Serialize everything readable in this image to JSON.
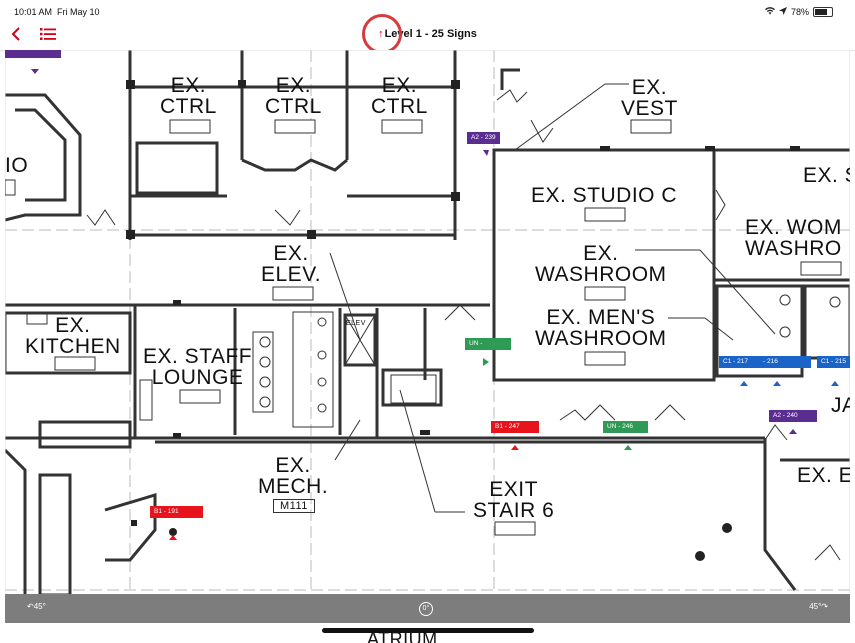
{
  "status": {
    "time": "10:01 AM",
    "date": "Fri May 10",
    "battery": "78%",
    "battery_level": 0.78
  },
  "toolbar": {
    "title": "Level 1 - 25 Signs",
    "back_icon": "chevron-left-icon",
    "list_icon": "list-icon",
    "north_icon": "arrow-up-icon"
  },
  "rooms": {
    "ctrl1": "EX.\nCTRL",
    "ctrl2": "EX.\nCTRL",
    "ctrl3": "EX.\nCTRL",
    "vest": "EX.\nVEST",
    "studio_c": "EX. STUDIO C",
    "washroom": "EX.\nWASHROOM",
    "mens_washroom": "EX. MEN'S\nWASHROOM",
    "womens": "EX. WOM\nWASHRO",
    "ex_s": "EX. S",
    "elev": "EX.\nELEV.",
    "kitchen": "EX.\nKITCHEN",
    "staff_lounge": "EX. STAFF\nLOUNGE",
    "mech": "EX.\nMECH.",
    "mech_num": "M111",
    "exit_stair": "EXIT\nSTAIR 6",
    "ja": "JA",
    "ex_e": "EX. E",
    "io": "IO",
    "atrium": "ATRIUM",
    "elev_tag": "ELEV"
  },
  "signs": [
    {
      "label": "A2 - 239",
      "color": "purple"
    },
    {
      "label": "UN -",
      "color": "green"
    },
    {
      "label": "B1 - 247",
      "color": "red"
    },
    {
      "label": "UN - 246",
      "color": "green"
    },
    {
      "label": "C1 - 217",
      "color": "blue"
    },
    {
      "label": "- 216",
      "color": "blue"
    },
    {
      "label": "C1 - 215",
      "color": "blue"
    },
    {
      "label": "A2 - 240",
      "color": "purple"
    },
    {
      "label": "B1 - 191",
      "color": "red"
    }
  ],
  "bottom": {
    "rotate_left": "45°",
    "reset": "0°",
    "rotate_right": "45°"
  }
}
